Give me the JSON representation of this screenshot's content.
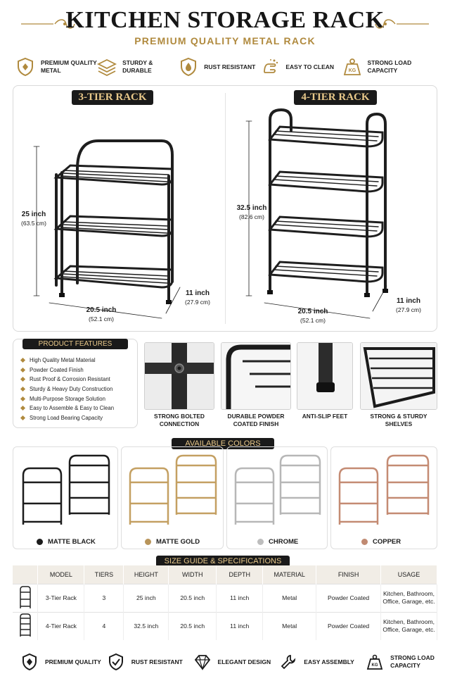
{
  "header": {
    "title": "KITCHEN STORAGE RACK",
    "subtitle": "PREMIUM QUALITY METAL RACK"
  },
  "top_features": [
    {
      "icon": "shield-icon",
      "label": "PREMIUM QUALITY METAL"
    },
    {
      "icon": "layers-icon",
      "label": "STURDY & DURABLE"
    },
    {
      "icon": "water-drop-icon",
      "label": "RUST RESISTANT"
    },
    {
      "icon": "hand-wipe-icon",
      "label": "EASY TO CLEAN"
    },
    {
      "icon": "weight-icon",
      "label": "STRONG LOAD CAPACITY"
    }
  ],
  "racks": {
    "three": {
      "tag": "3-TIER RACK",
      "height": "25 inch",
      "height_cm": "(63.5 cm)",
      "width": "20.5 inch",
      "width_cm": "(52.1 cm)",
      "depth": "11 inch",
      "depth_cm": "(27.9 cm)"
    },
    "four": {
      "tag": "4-TIER RACK",
      "height": "32.5 inch",
      "height_cm": "(82.6 cm)",
      "width": "20.5 inch",
      "width_cm": "(52.1 cm)",
      "depth": "11 inch",
      "depth_cm": "(27.9 cm)"
    }
  },
  "product_features": {
    "tag": "PRODUCT FEATURES",
    "items": [
      "High Quality Metal Material",
      "Powder Coated Finish",
      "Rust Proof & Corrosion Resistant",
      "Sturdy & Heavy Duty Construction",
      "Multi-Purpose Storage Solution",
      "Easy to Assemble & Easy to Clean",
      "Strong Load Bearing Capacity"
    ]
  },
  "details": [
    {
      "label": "STRONG BOLTED CONNECTION"
    },
    {
      "label": "DURABLE POWDER COATED FINISH"
    },
    {
      "label": "ANTI-SLIP FEET"
    },
    {
      "label": "STRONG & STURDY SHELVES"
    }
  ],
  "colors": {
    "tag": "AVAILABLE COLORS",
    "items": [
      {
        "name": "MATTE BLACK",
        "hex": "#1c1c1c"
      },
      {
        "name": "MATTE GOLD",
        "hex": "#b8945a"
      },
      {
        "name": "CHROME",
        "hex": "#bdbdbd"
      },
      {
        "name": "COPPER",
        "hex": "#c08a72"
      }
    ]
  },
  "spec": {
    "tag": "SIZE GUIDE & SPECIFICATIONS",
    "headers": [
      "MODEL",
      "TIERS",
      "HEIGHT",
      "WIDTH",
      "DEPTH",
      "MATERIAL",
      "FINISH",
      "USAGE"
    ],
    "rows": [
      {
        "model": "3-Tier Rack",
        "tiers": "3",
        "height": "25 inch",
        "width": "20.5 inch",
        "depth": "11 inch",
        "material": "Metal",
        "finish": "Powder Coated",
        "usage": "Kitchen, Bathroom, Office, Garage, etc."
      },
      {
        "model": "4-Tier Rack",
        "tiers": "4",
        "height": "32.5 inch",
        "width": "20.5 inch",
        "depth": "11 inch",
        "material": "Metal",
        "finish": "Powder Coated",
        "usage": "Kitchen, Bathroom, Office, Garage, etc."
      }
    ]
  },
  "bottom_features": [
    {
      "icon": "shield-icon",
      "label": "PREMIUM QUALITY"
    },
    {
      "icon": "shield-check-icon",
      "label": "RUST RESISTANT"
    },
    {
      "icon": "diamond-icon",
      "label": "ELEGANT DESIGN"
    },
    {
      "icon": "wrench-icon",
      "label": "EASY ASSEMBLY"
    },
    {
      "icon": "weight-icon",
      "label": "STRONG LOAD CAPACITY"
    }
  ]
}
